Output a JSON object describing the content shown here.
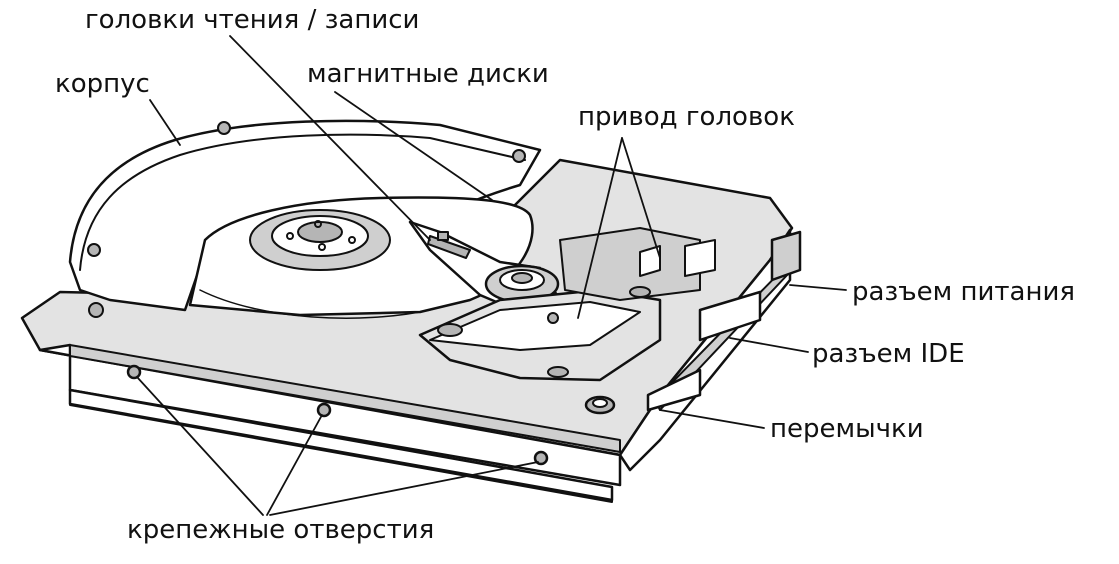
{
  "labels": {
    "heads": "головки чтения / записи",
    "case": "корпус",
    "platters": "магнитные диски",
    "actuator": "привод головок",
    "power_connector": "разъем питания",
    "ide_connector": "разъем IDE",
    "jumpers": "перемычки",
    "mount_holes": "крепежные отверстия"
  },
  "colors": {
    "ink": "#111111",
    "background": "#ffffff"
  }
}
